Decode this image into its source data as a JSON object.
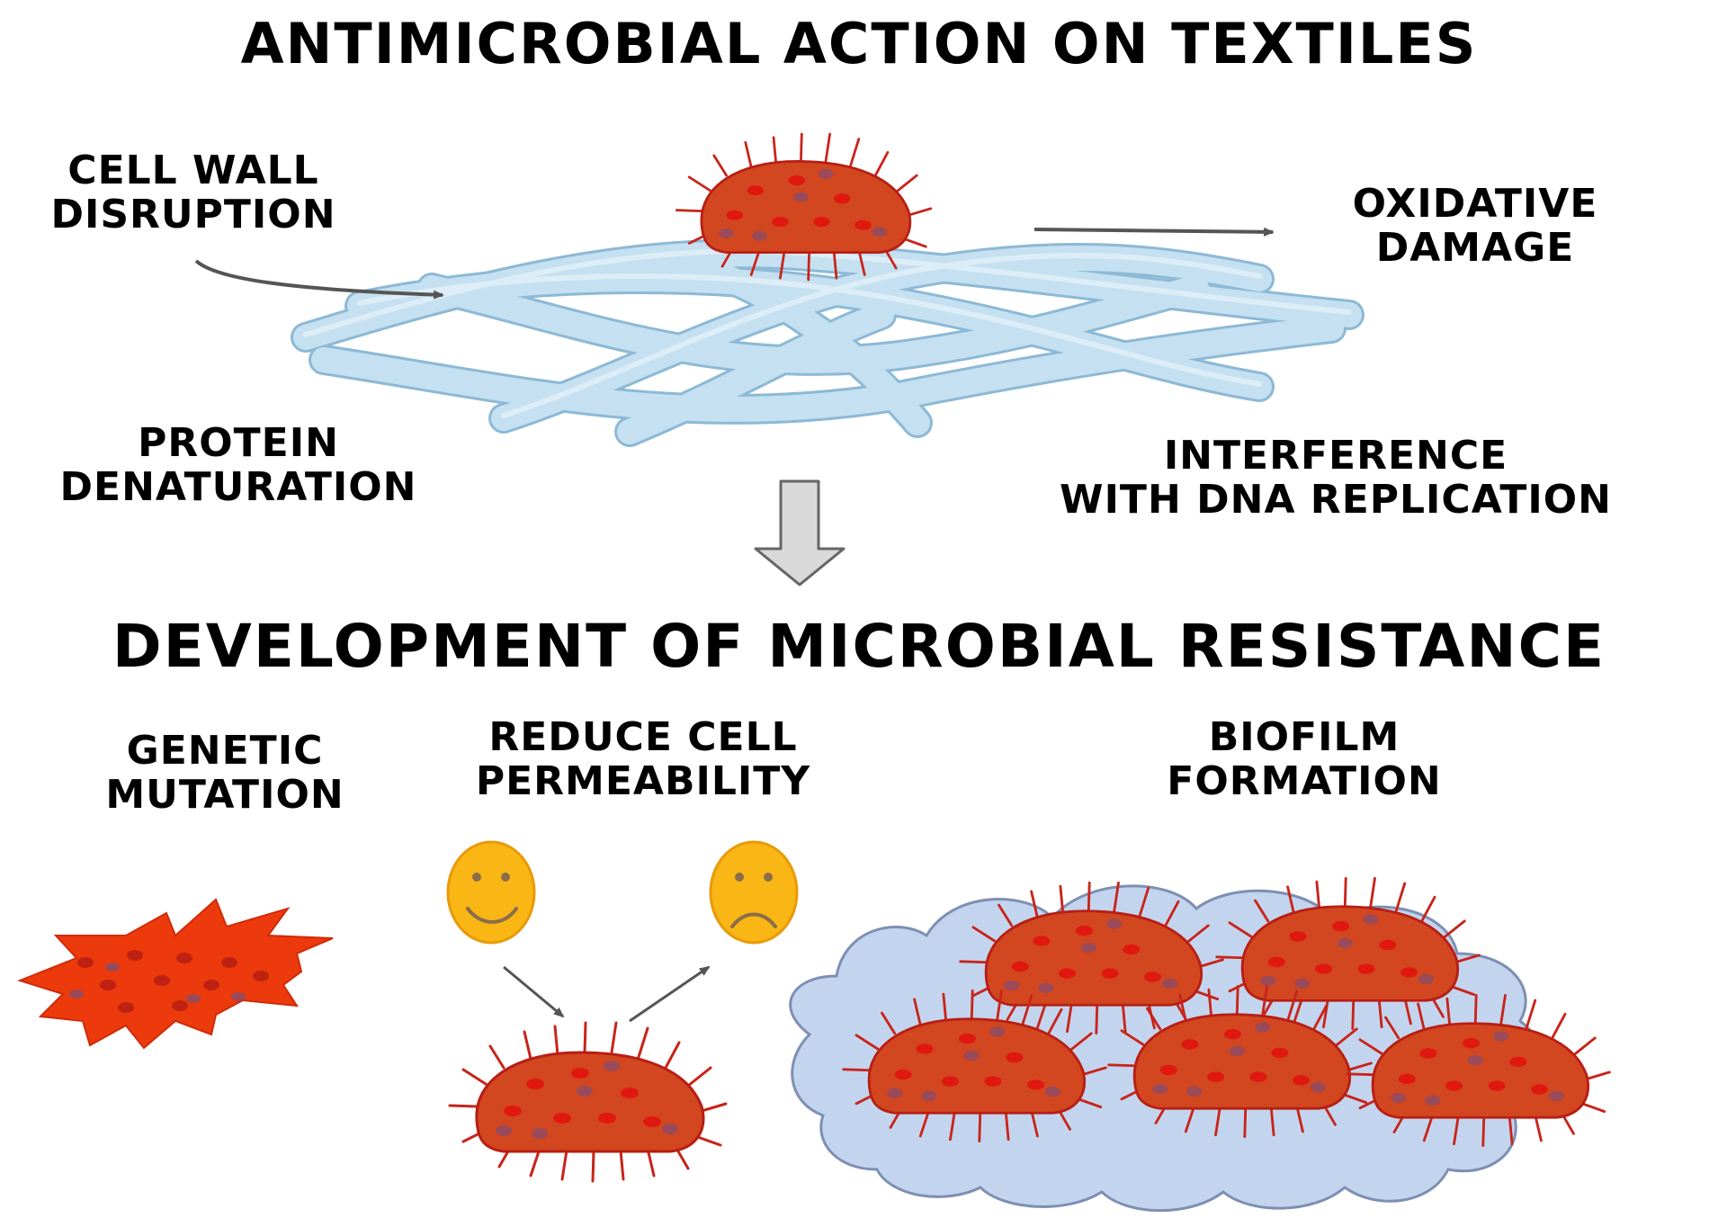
{
  "title_top": "ANTIMICROBIAL ACTION ON TEXTILES",
  "title_bottom": "DEVELOPMENT OF MICROBIAL RESISTANCE",
  "mechanisms": {
    "cell_wall": [
      "CELL WALL",
      "DISRUPTION"
    ],
    "oxidative": [
      "OXIDATIVE",
      "DAMAGE"
    ],
    "protein": [
      "PROTEIN",
      "DENATURATION"
    ],
    "dna": [
      "INTERFERENCE",
      "WITH DNA REPLICATION"
    ]
  },
  "resistance": {
    "genetic": [
      "GENETIC",
      "MUTATION"
    ],
    "permeability": [
      "REDUCE CELL",
      "PERMEABILITY"
    ],
    "biofilm": [
      "BIOFILM",
      "FORMATION"
    ]
  },
  "colors": {
    "bacterium_fill": "#d2471f",
    "bacterium_outline": "#b81e14",
    "dot_red": "#e01810",
    "dot_purple": "#9a4a58",
    "fiber_fill": "#bcdcee",
    "fiber_outline": "#88b8d4",
    "biofilm_fill": "#c3d5ee",
    "smiley_fill": "#f9b614",
    "mutant_fill": "#ec3a0c",
    "arrow_gray": "#555555",
    "down_arrow_fill": "#d9d9d9"
  },
  "icons": [
    "happy-face-icon",
    "sad-face-icon",
    "down-arrow-icon"
  ]
}
